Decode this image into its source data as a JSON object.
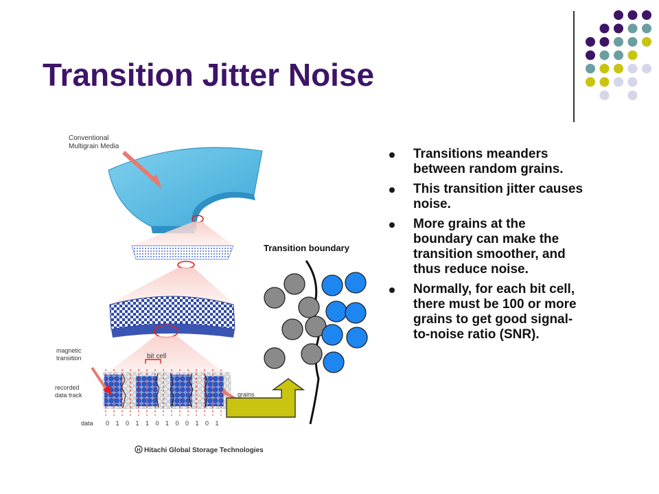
{
  "slide": {
    "title": "Transition Jitter Noise",
    "bullets": [
      "Transitions meanders between random grains.",
      "This transition jitter causes noise.",
      "More grains at the boundary can make the transition smoother, and thus reduce noise.",
      "Normally, for each bit cell, there must be 100 or more grains to get good signal-to-noise ratio (SNR)."
    ]
  },
  "figure": {
    "media_label_line1": "Conventional",
    "media_label_line2": "Multigrain Media",
    "magnetic_label_line1": "magnetic",
    "magnetic_label_line2": "transition",
    "bit_cell_label": "bit cell",
    "recorded_label_line1": "recorded",
    "recorded_label_line2": "data track",
    "grains_label": "grains",
    "data_label": "data",
    "data_bits": [
      "0",
      "1",
      "0",
      "1",
      "1",
      "0",
      "1",
      "0",
      "0",
      "1",
      "0",
      "1"
    ],
    "credit": "Hitachi Global Storage Technologies"
  },
  "grain_diagram": {
    "boundary_label": "Transition boundary",
    "gray_color": "#8a8a8a",
    "blue_color": "#1e86f0",
    "arrow_color": "#c9c40f"
  },
  "decor": {
    "dot_colors": {
      "purple": "#3d1466",
      "teal": "#6b9ea0",
      "yellow": "#c9c40f",
      "lavender": "#d6d6ea"
    }
  }
}
